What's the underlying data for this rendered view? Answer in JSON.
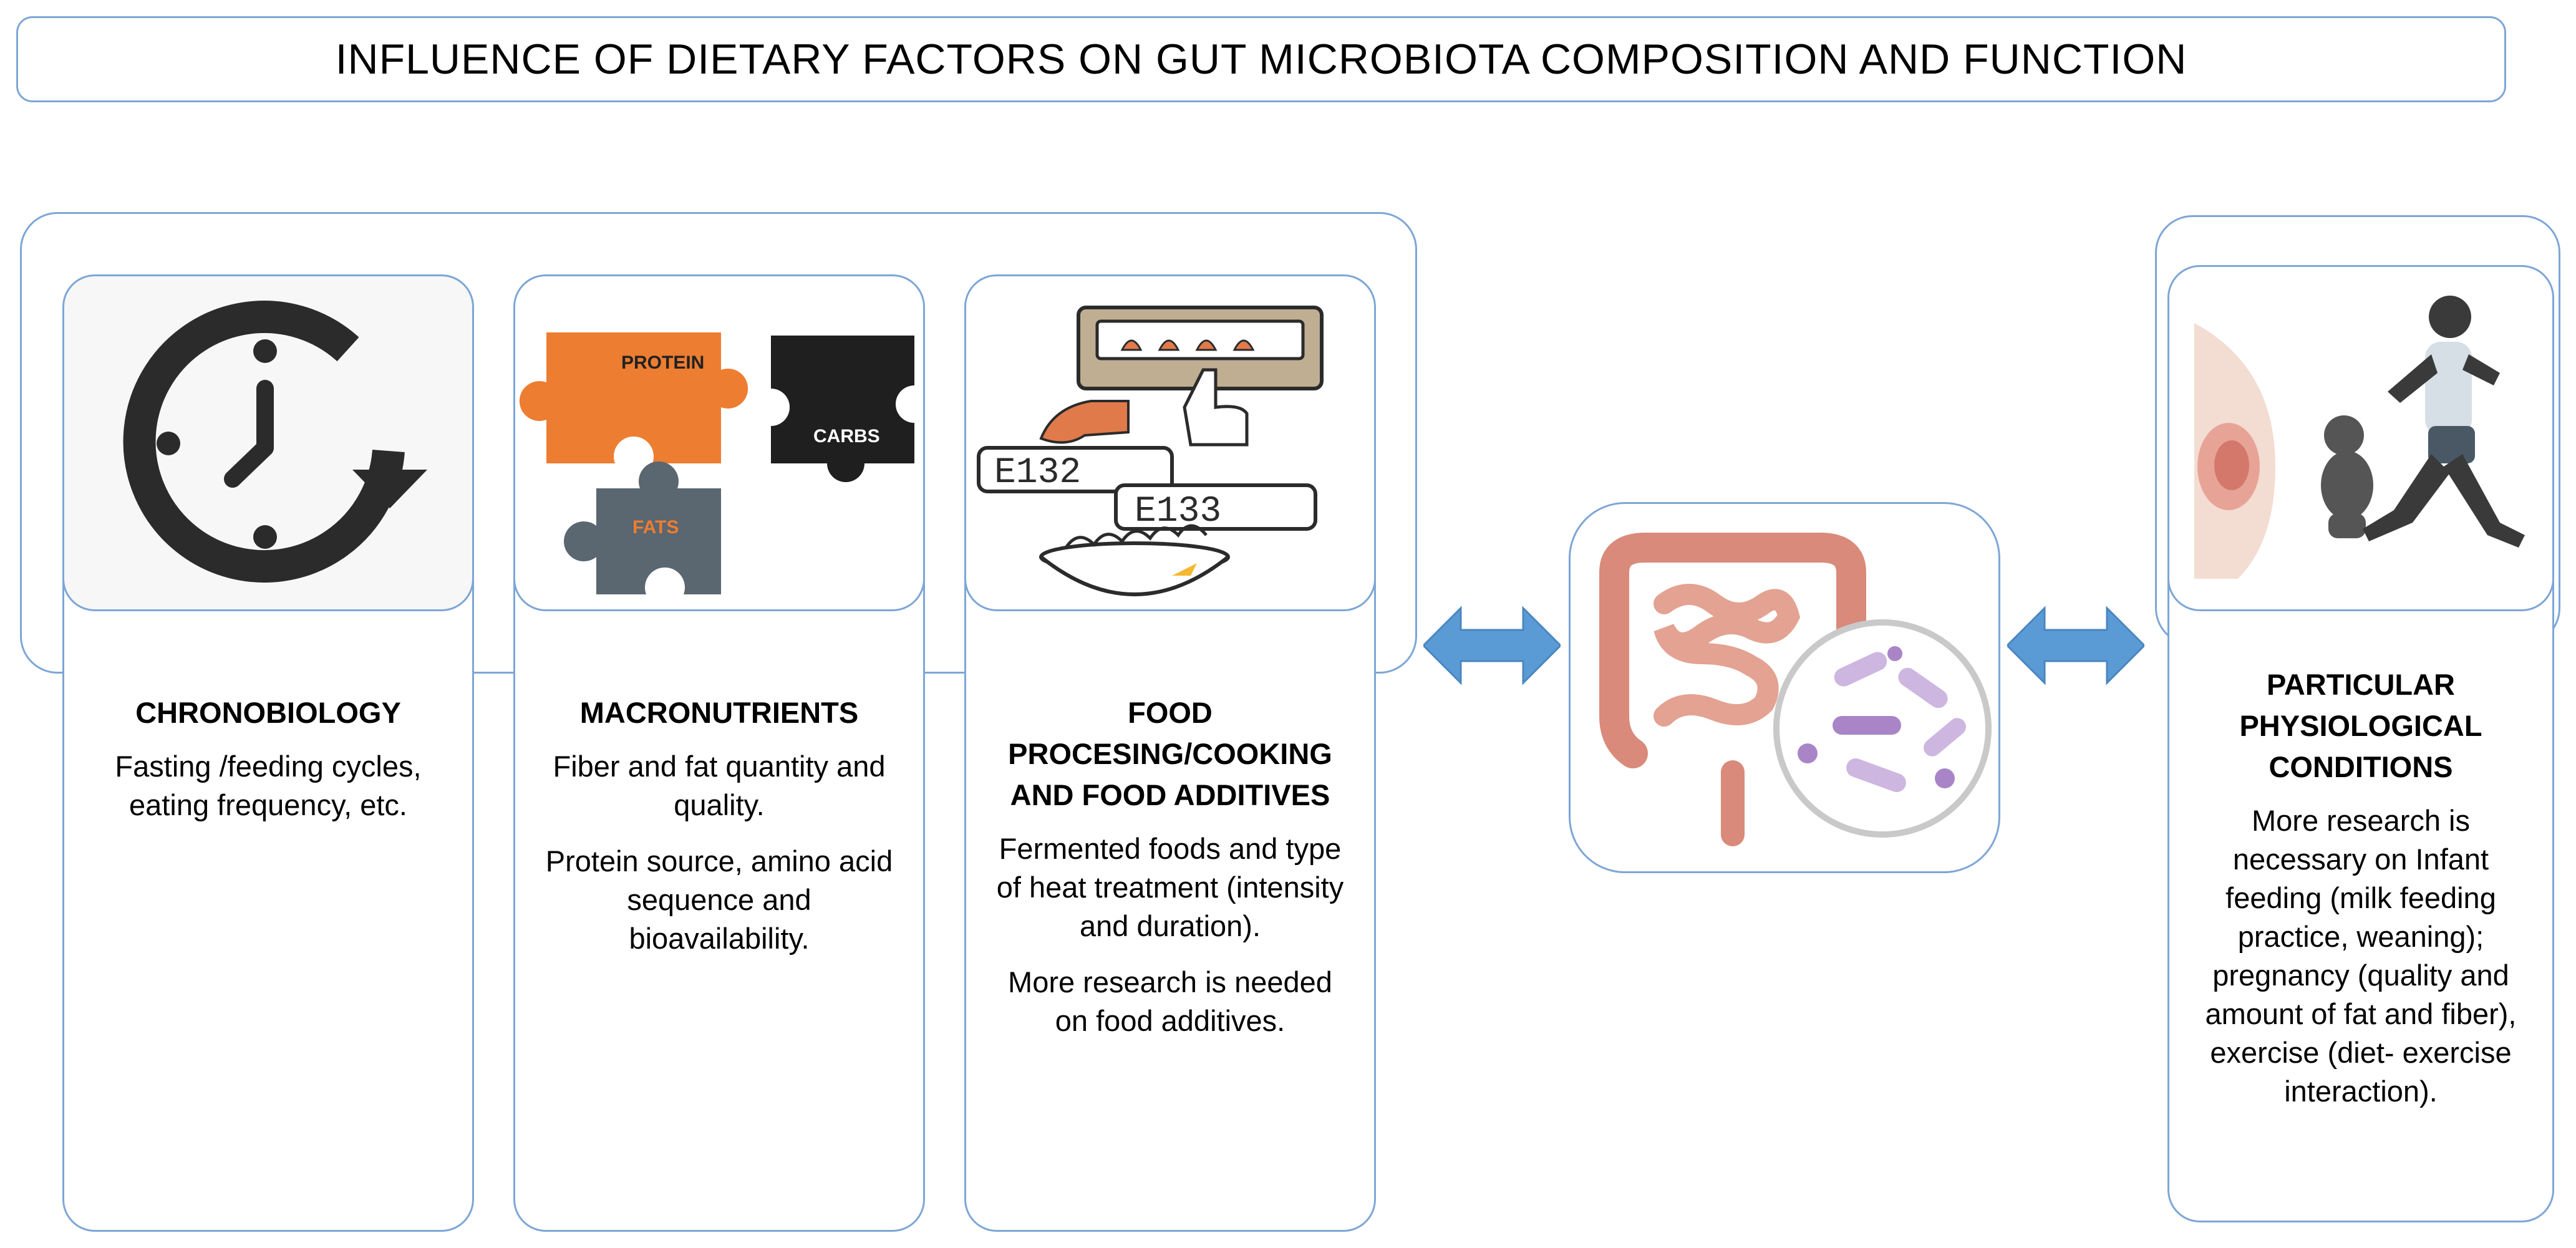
{
  "title": "INFLUENCE OF DIETARY FACTORS ON GUT MICROBIOTA COMPOSITION AND FUNCTION",
  "panels": [
    {
      "id": "chronobiology",
      "heading": "CHRONOBIOLOGY",
      "paragraphs": [
        "Fasting /feeding cycles, eating frequency, etc."
      ],
      "icon": "clock-icon"
    },
    {
      "id": "macronutrients",
      "heading": "MACRONUTRIENTS",
      "paragraphs": [
        "Fiber and fat quantity and quality.",
        "Protein source, amino acid sequence and bioavailability."
      ],
      "icon": "puzzle-icon",
      "puzzle_labels": {
        "protein": "PROTEIN",
        "carbs": "CARBS",
        "fats": "FATS"
      }
    },
    {
      "id": "food-processing",
      "heading": "FOOD PROCESING/COOKING AND FOOD ADDITIVES",
      "paragraphs": [
        "Fermented foods and type of heat treatment (intensity and duration).",
        "More research is needed on food additives."
      ],
      "icon": "cooking-additives-icon",
      "additive_labels": [
        "E132",
        "E133"
      ]
    },
    {
      "id": "physiological",
      "heading": "PARTICULAR PHYSIOLOGICAL CONDITIONS",
      "paragraphs": [
        "More research is necessary on Infant feeding (milk feeding practice, weaning); pregnancy (quality and amount of fat and fiber), exercise (diet- exercise interaction)."
      ],
      "icon": "pregnancy-infant-runner-icon"
    }
  ],
  "center_icon": "gut-microbiota-icon",
  "colors": {
    "border": "#7da6d6",
    "arrow": "#5b9bd5",
    "orange": "#ed7d31",
    "dark": "#2b2b2b",
    "slate": "#5a6670"
  }
}
